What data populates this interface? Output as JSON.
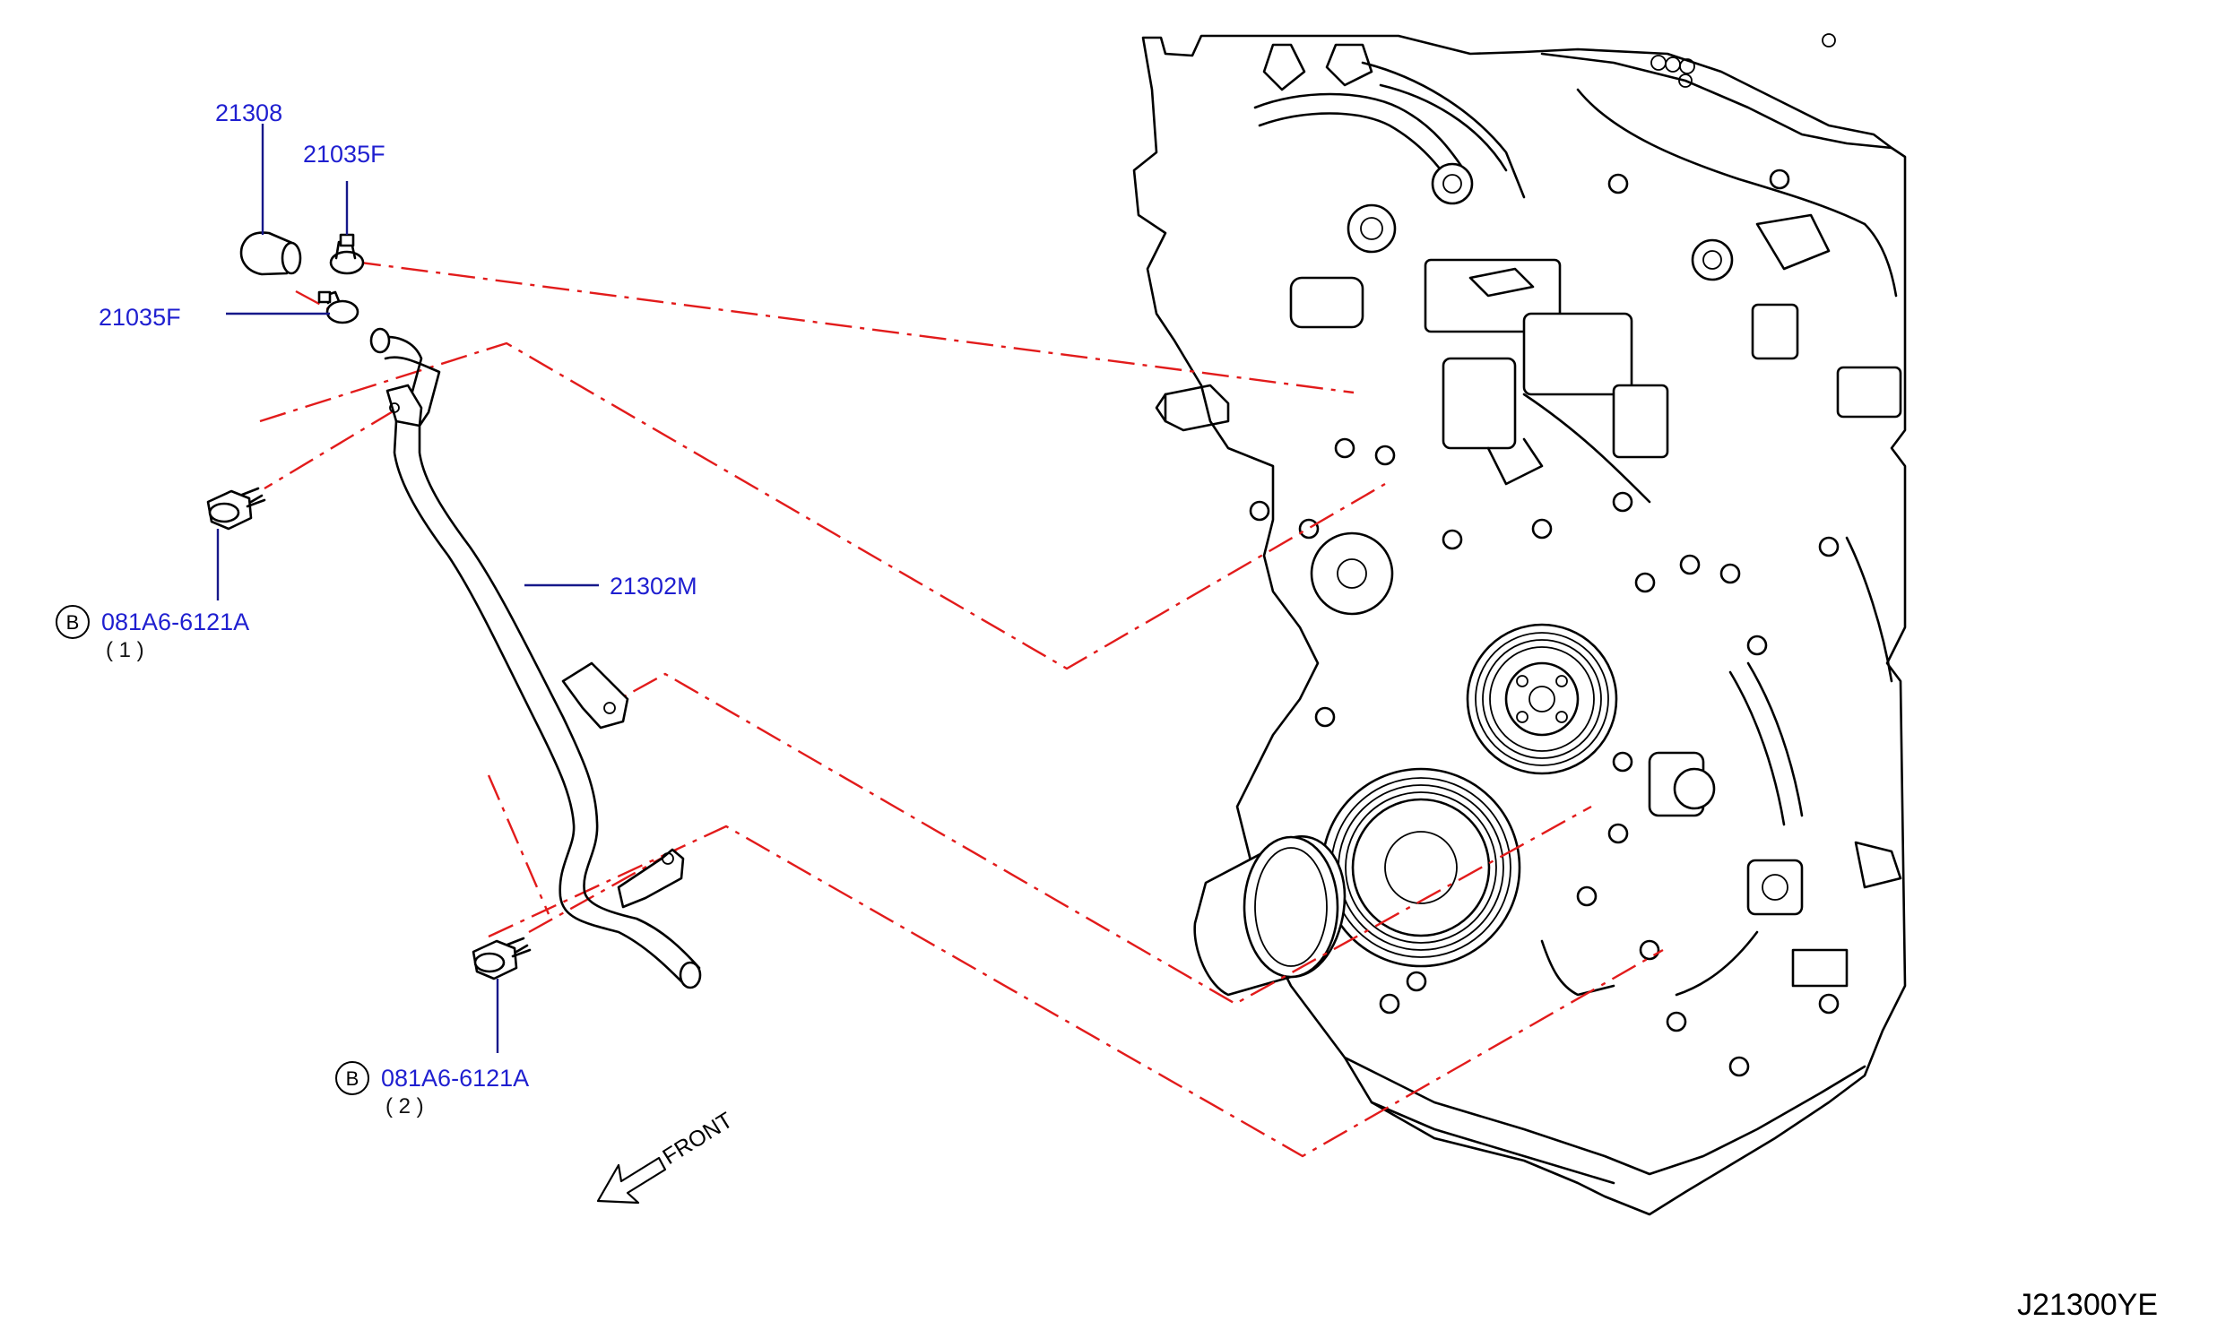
{
  "parts": {
    "cap": {
      "number": "21308"
    },
    "clamp_upper": {
      "number": "21035F"
    },
    "clamp_lower": {
      "number": "21035F"
    },
    "hose": {
      "number": "21302M"
    },
    "bolt_1": {
      "symbol": "B",
      "number": "081A6-6121A",
      "qty": "( 1 )"
    },
    "bolt_2": {
      "symbol": "B",
      "number": "081A6-6121A",
      "qty": "( 2 )"
    }
  },
  "front_indicator": {
    "label": "FRONT"
  },
  "diagram_code": "J21300YE",
  "colors": {
    "label_text": "#1f1fd0",
    "leader_line": "#16188a",
    "dash_line": "#e21b1b",
    "line_art": "#000000"
  }
}
